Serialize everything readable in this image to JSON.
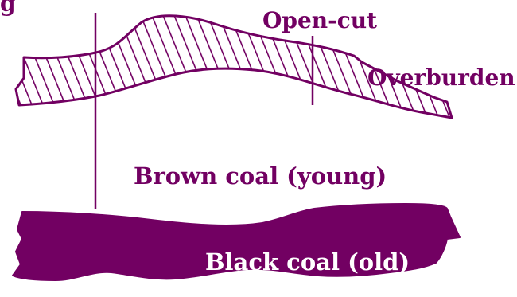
{
  "colors": {
    "ink": "#720062",
    "background": "#ffffff"
  },
  "labels": {
    "top_cut": "g",
    "open_cut": "Open-cut",
    "overburden": "Overburden",
    "brown_coal": "Brown coal (young)",
    "black_coal": "Black coal (old)"
  }
}
